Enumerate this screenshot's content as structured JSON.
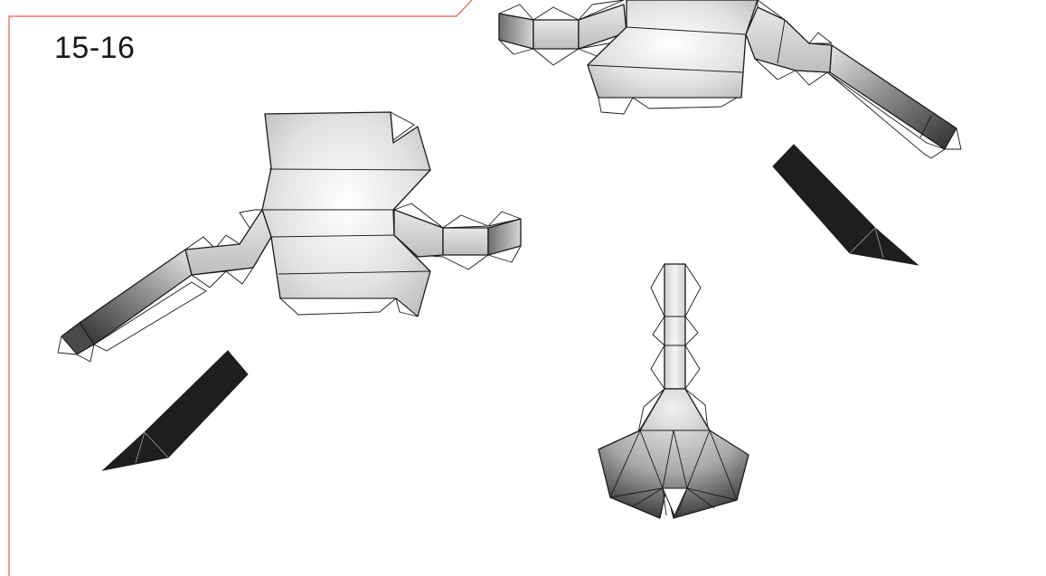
{
  "page": {
    "label": "15-16"
  },
  "colors": {
    "frame": "#e05a4a",
    "ink": "#1a1a1a",
    "blade": "#1d1f1e",
    "face_light": "#f4f4f4",
    "face_mid": "#d2d2d2",
    "face_dark": "#3a3a3a"
  },
  "parts": [
    {
      "name": "torso-part-left"
    },
    {
      "name": "torso-part-right"
    },
    {
      "name": "blade-part-left"
    },
    {
      "name": "blade-part-right"
    },
    {
      "name": "tail-part"
    }
  ]
}
